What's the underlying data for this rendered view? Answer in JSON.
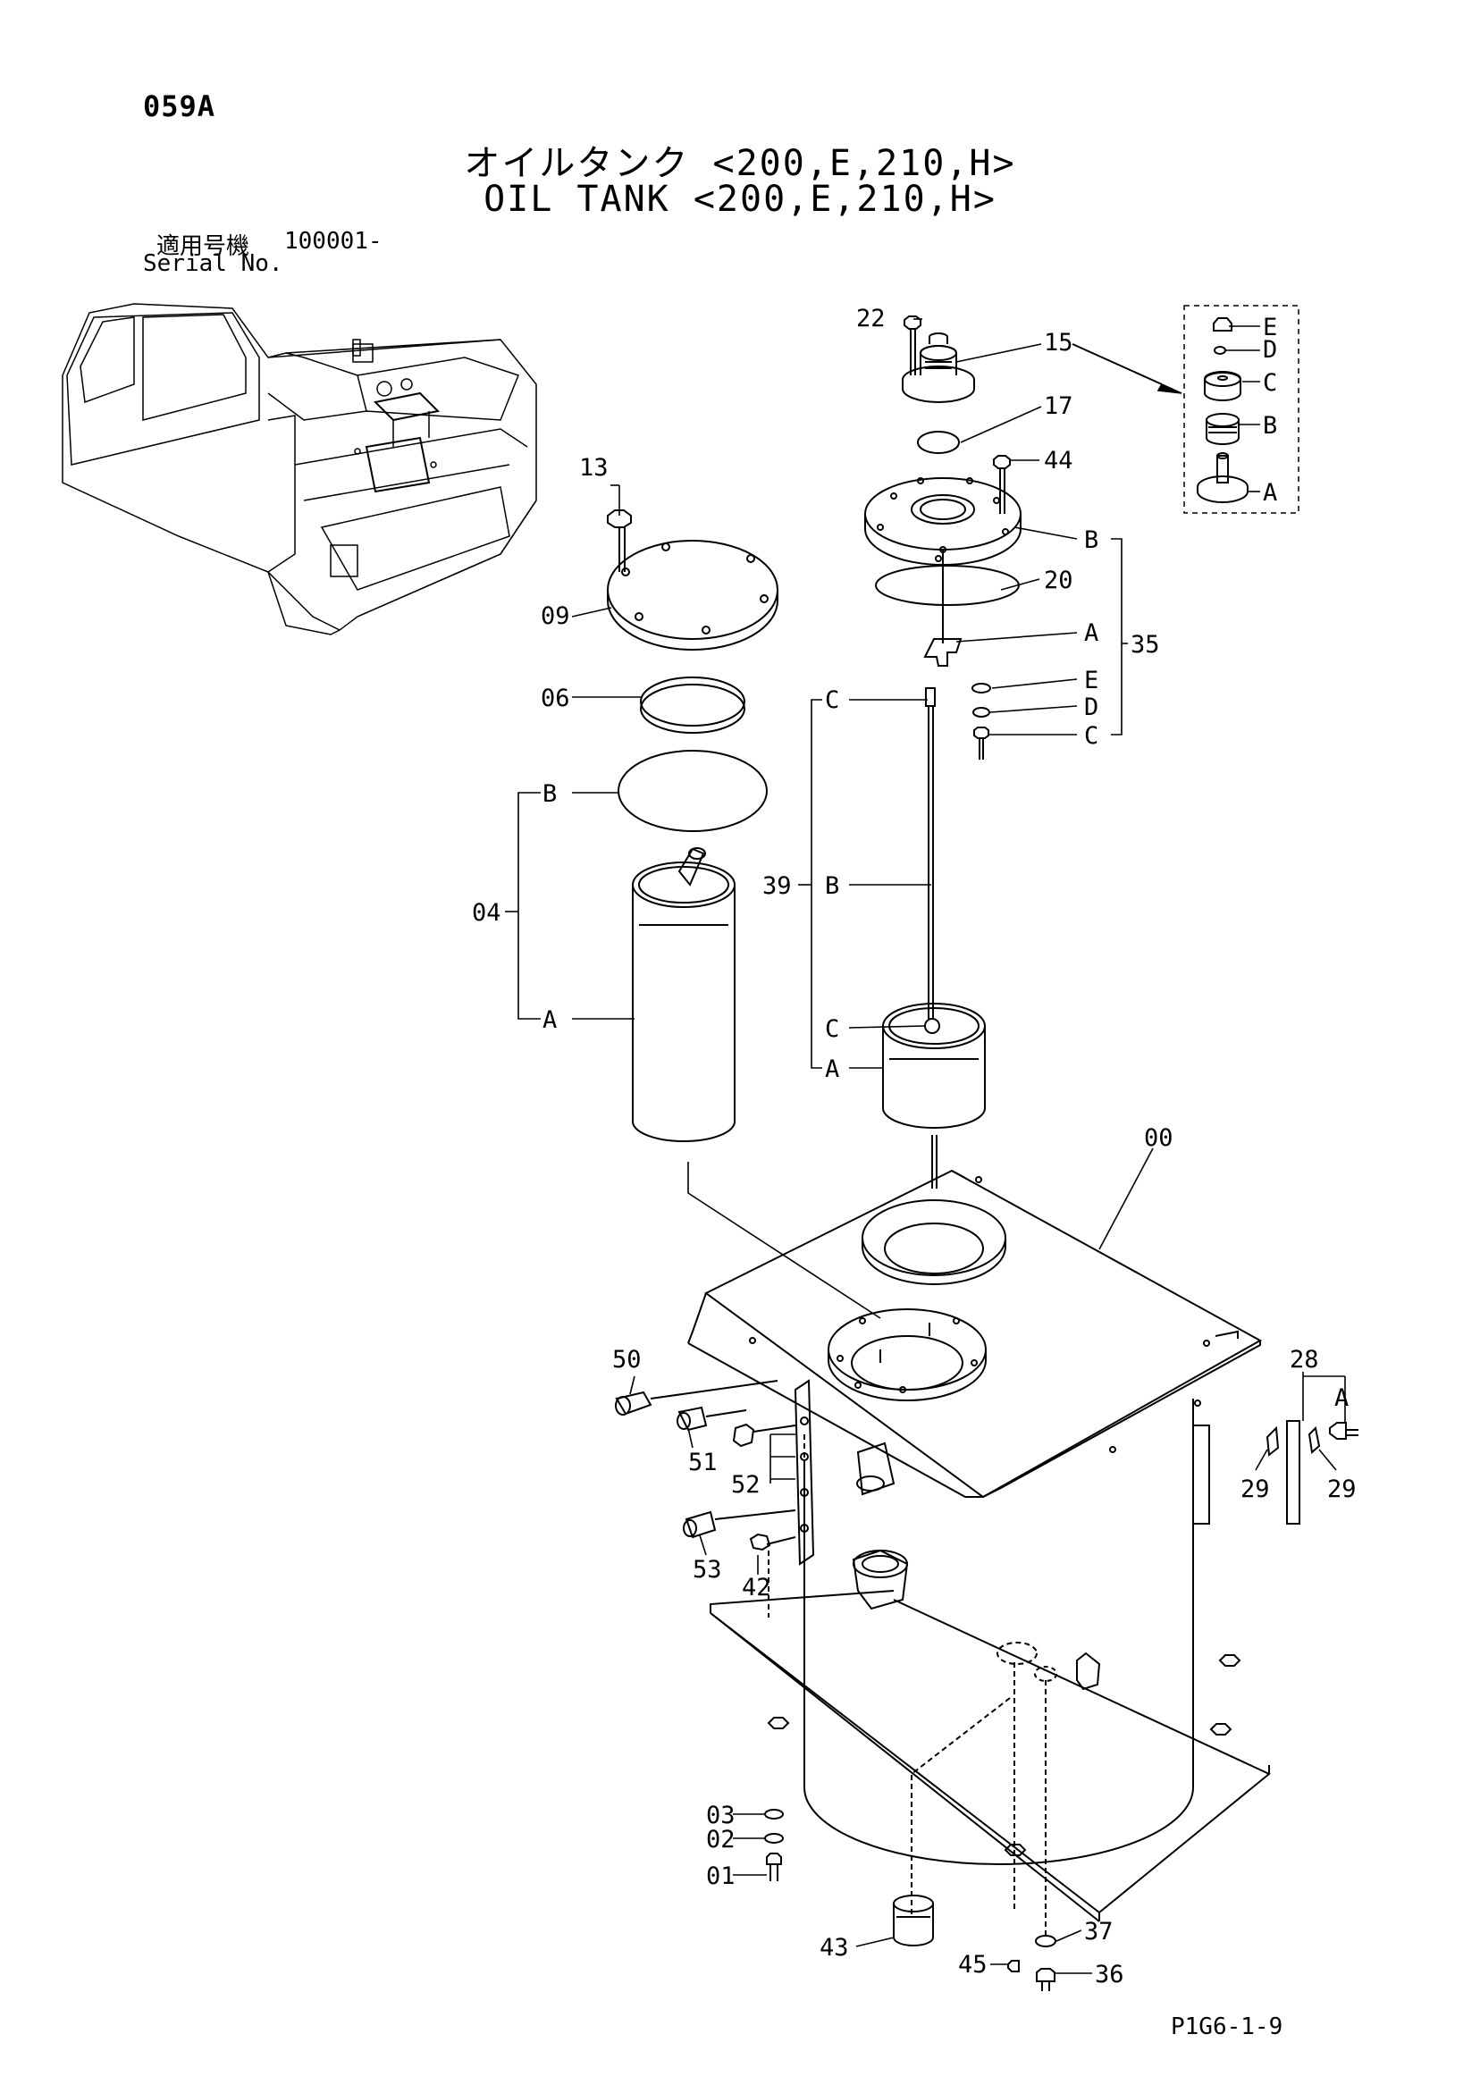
{
  "header": {
    "page_code": "059A",
    "title_jp": "オイルタンク <200,E,210,H>",
    "title_en": "OIL TANK <200,E,210,H>",
    "serial_label_jp": "適用号機",
    "serial_value": "100001-",
    "serial_label_en": "Serial No."
  },
  "footer": {
    "figure_code": "P1G6-1-9"
  },
  "callouts": {
    "c00": "00",
    "c01": "01",
    "c02": "02",
    "c03": "03",
    "c04": "04",
    "c06": "06",
    "c09": "09",
    "c13": "13",
    "c15": "15",
    "c17": "17",
    "c20": "20",
    "c22": "22",
    "c28": "28",
    "c29a": "29",
    "c29b": "29",
    "c35": "35",
    "c36": "36",
    "c37": "37",
    "c39": "39",
    "c42": "42",
    "c43": "43",
    "c44": "44",
    "c45": "45",
    "c50": "50",
    "c51": "51",
    "c52": "52",
    "c53": "53"
  },
  "subparts": {
    "detail": {
      "E": "E",
      "D": "D",
      "C": "C",
      "B": "B",
      "A": "A"
    },
    "p35": {
      "B": "B",
      "A": "A",
      "E": "E",
      "D": "D",
      "C": "C"
    },
    "p39": {
      "C1": "C",
      "B": "B",
      "C2": "C",
      "A": "A"
    },
    "p04": {
      "B": "B",
      "A": "A"
    },
    "p28": {
      "A": "A"
    }
  }
}
